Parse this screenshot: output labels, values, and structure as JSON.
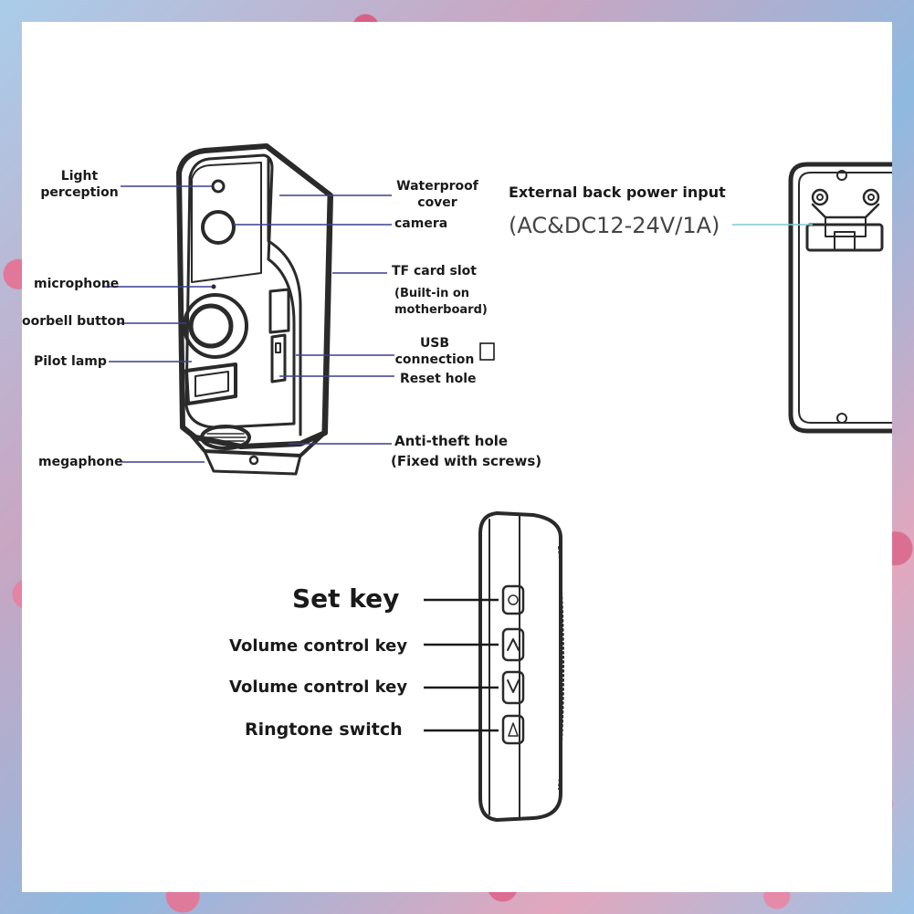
{
  "doorbell_labels": {
    "light_perception": "Light\nperception",
    "waterproof_cover": "Waterproof\ncover",
    "camera": "camera",
    "microphone": "microphone",
    "tf_card_slot": "TF card slot",
    "tf_card_note": "(Built-in on\nmotherboard)",
    "doorbell_button": "oorbell button",
    "pilot_lamp": "Pilot lamp",
    "usb_connection": "USB\nconnection",
    "reset_hole": "Reset hole",
    "anti_theft_hole": "Anti-theft hole",
    "anti_theft_note": "(Fixed with screws)",
    "megaphone": "megaphone"
  },
  "power_labels": {
    "title": "External back power input",
    "spec": "(AC&DC12-24V/1A)"
  },
  "receiver_labels": {
    "set_key": "Set key",
    "volume_up": "Volume control key",
    "volume_down": "Volume control key",
    "ringtone_switch": "Ringtone switch"
  },
  "colors": {
    "line_blue": "#3a3f8f",
    "line_black": "#1a1a1a",
    "line_teal": "#7fc9cf",
    "device_body": "#2a2a2a"
  }
}
